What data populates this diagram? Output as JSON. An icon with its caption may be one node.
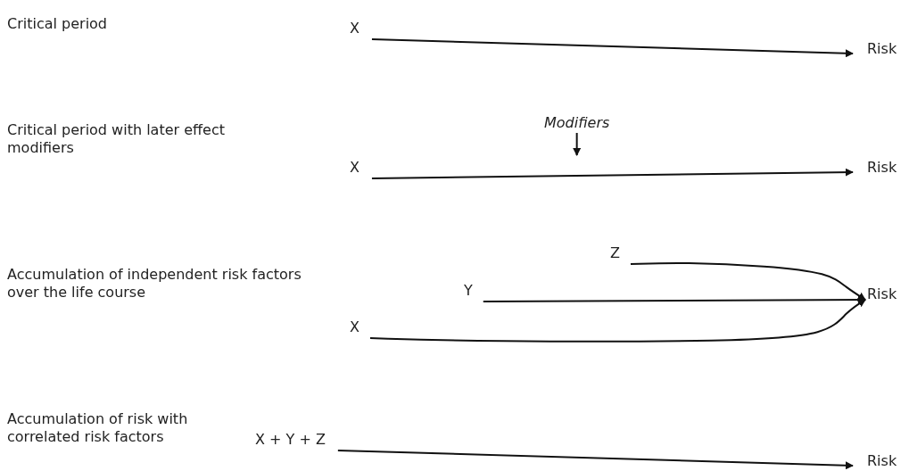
{
  "diagram": {
    "nodes": [
      {
        "text": [
          "X"
        ]
      },
      {
        "text": [
          "Risk"
        ]
      },
      {
        "text": [
          "Modifiers"
        ]
      },
      {
        "text": [
          "X"
        ]
      },
      {
        "text": [
          "Risk"
        ]
      },
      {
        "text": [
          "Z"
        ]
      },
      {
        "text": [
          "Y"
        ]
      },
      {
        "text": [
          "Risk"
        ]
      },
      {
        "text": [
          "X"
        ]
      },
      {
        "text": [
          "X + Y + Z"
        ]
      },
      {
        "text": [
          "Risk"
        ]
      }
    ],
    "edges": [
      {
        "from": 0,
        "to": 1,
        "arrow": "to"
      },
      {
        "from": 2,
        "to": null,
        "arrow": "to"
      },
      {
        "from": 3,
        "to": 4,
        "arrow": "to"
      },
      {
        "from": 5,
        "to": 7,
        "arrow": "to"
      },
      {
        "from": 6,
        "to": 7,
        "arrow": "to"
      },
      {
        "from": 8,
        "to": 7,
        "arrow": "to"
      },
      {
        "from": 9,
        "to": 10,
        "arrow": "to"
      }
    ],
    "labels": [
      "Critical period",
      "Critical period with later effect modifiers",
      "Accumulation of independent risk factors over the life course",
      "Accumulation of risk with correlated risk factors"
    ]
  }
}
